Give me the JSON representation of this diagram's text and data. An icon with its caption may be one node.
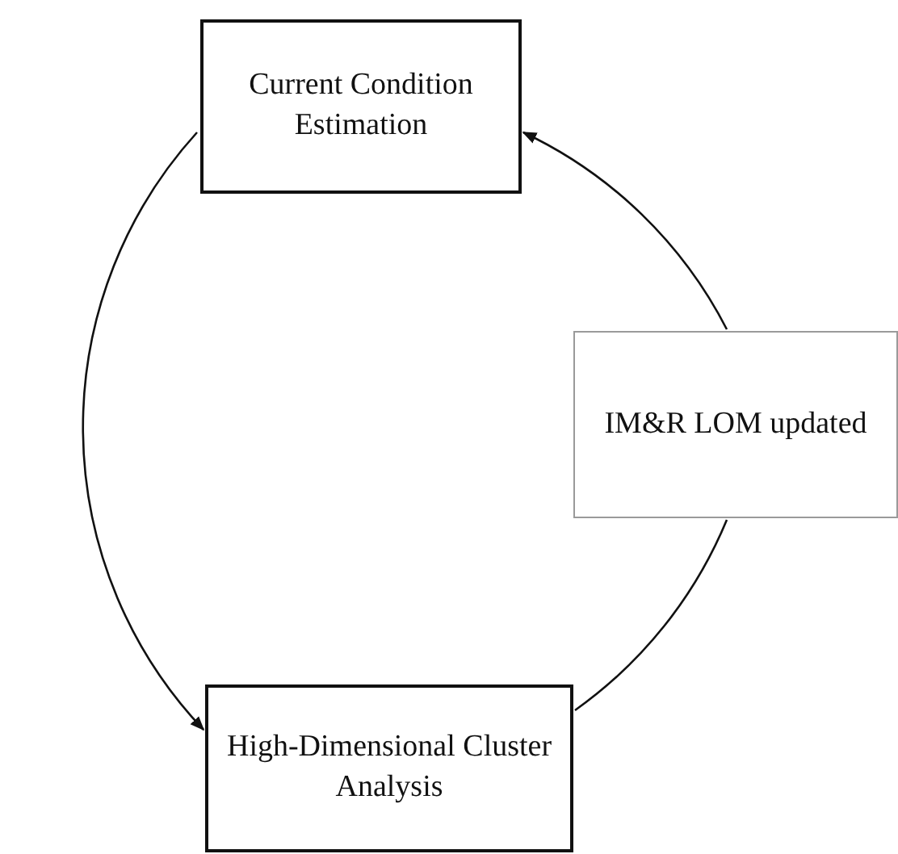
{
  "diagram": {
    "nodes": [
      {
        "text": [
          "Current Condition Estimation"
        ]
      },
      {
        "text": [
          "IM&R LOM updated"
        ]
      },
      {
        "text": [
          "High-Dimensional Cluster Analysis"
        ]
      }
    ],
    "edges": [
      {
        "from": 0,
        "to": 2,
        "arrow": "to"
      },
      {
        "from": 2,
        "to": 1,
        "arrow": "none"
      },
      {
        "from": 1,
        "to": 0,
        "arrow": "to"
      }
    ]
  }
}
